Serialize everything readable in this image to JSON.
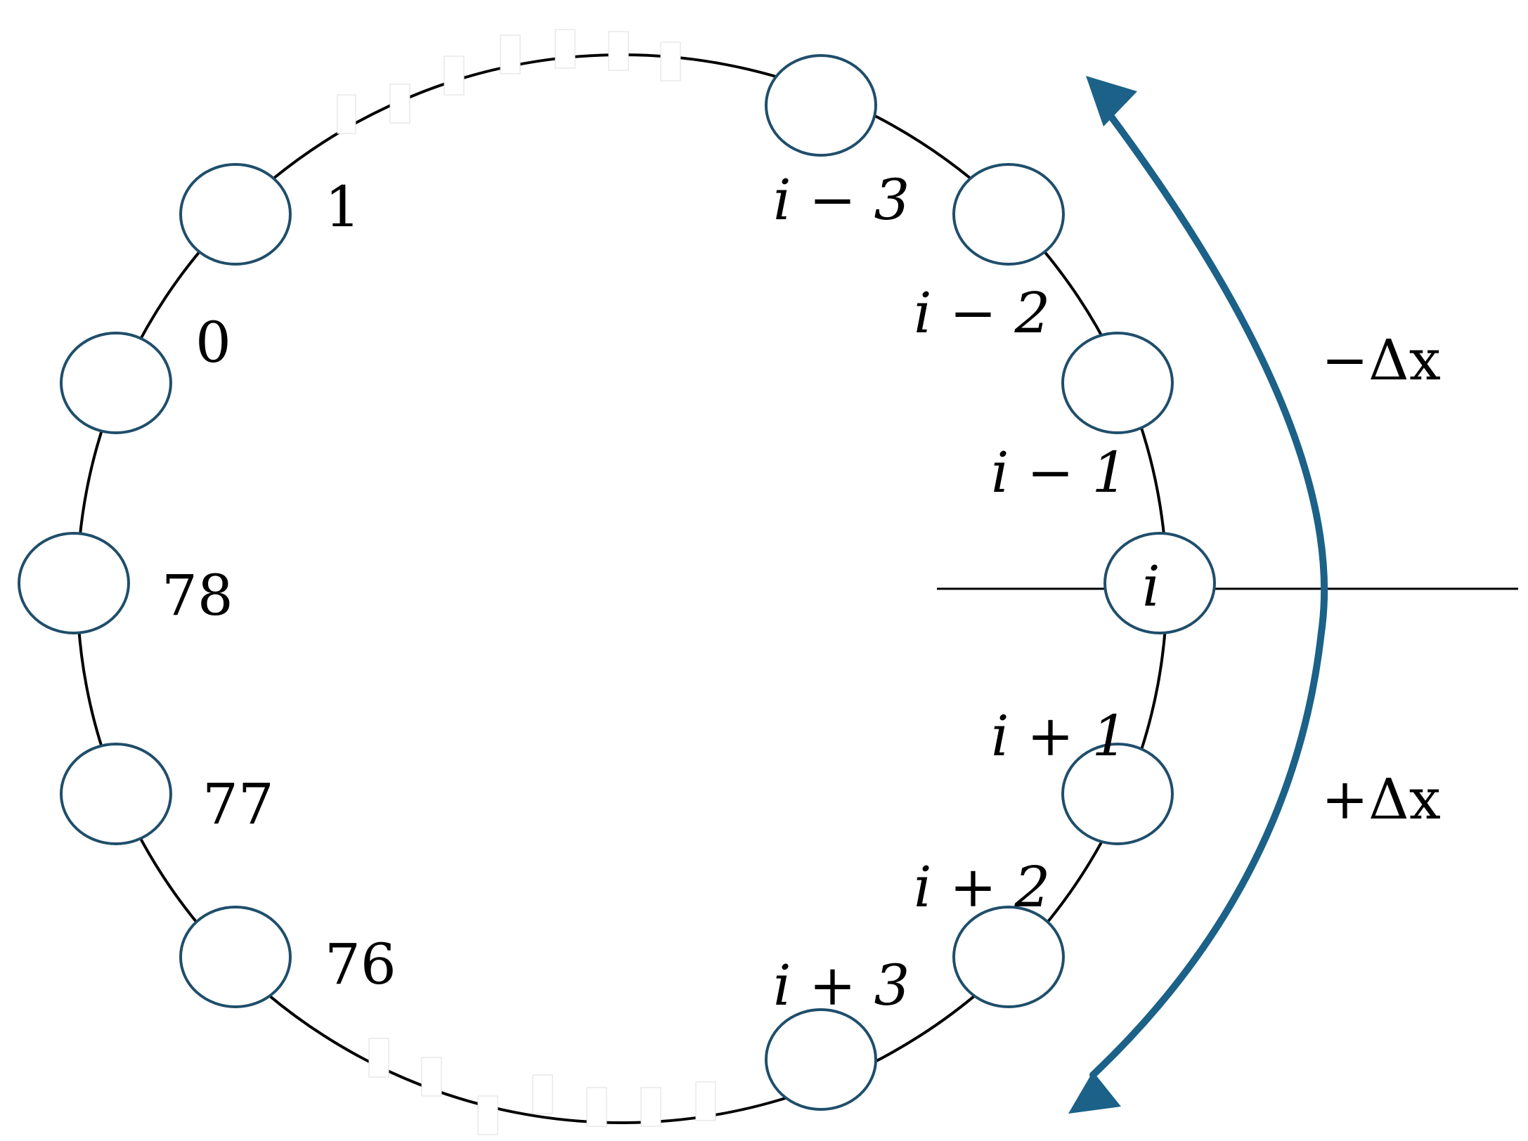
{
  "colors": {
    "ring": "#000000",
    "node_stroke": "#1f4e6b",
    "arrow": "#1b6188"
  },
  "labels": {
    "n1": "1",
    "n0": "0",
    "n78": "78",
    "n77": "77",
    "n76": "76",
    "im3": "i − 3",
    "im2": "i − 2",
    "im1": "i − 1",
    "i": "i",
    "ip1": "i + 1",
    "ip2": "i + 2",
    "ip3": "i + 3",
    "neg_dx": "−Δx",
    "pos_dx": "+Δx"
  },
  "icons": {
    "arrow": "double-headed-curved-arrow"
  }
}
